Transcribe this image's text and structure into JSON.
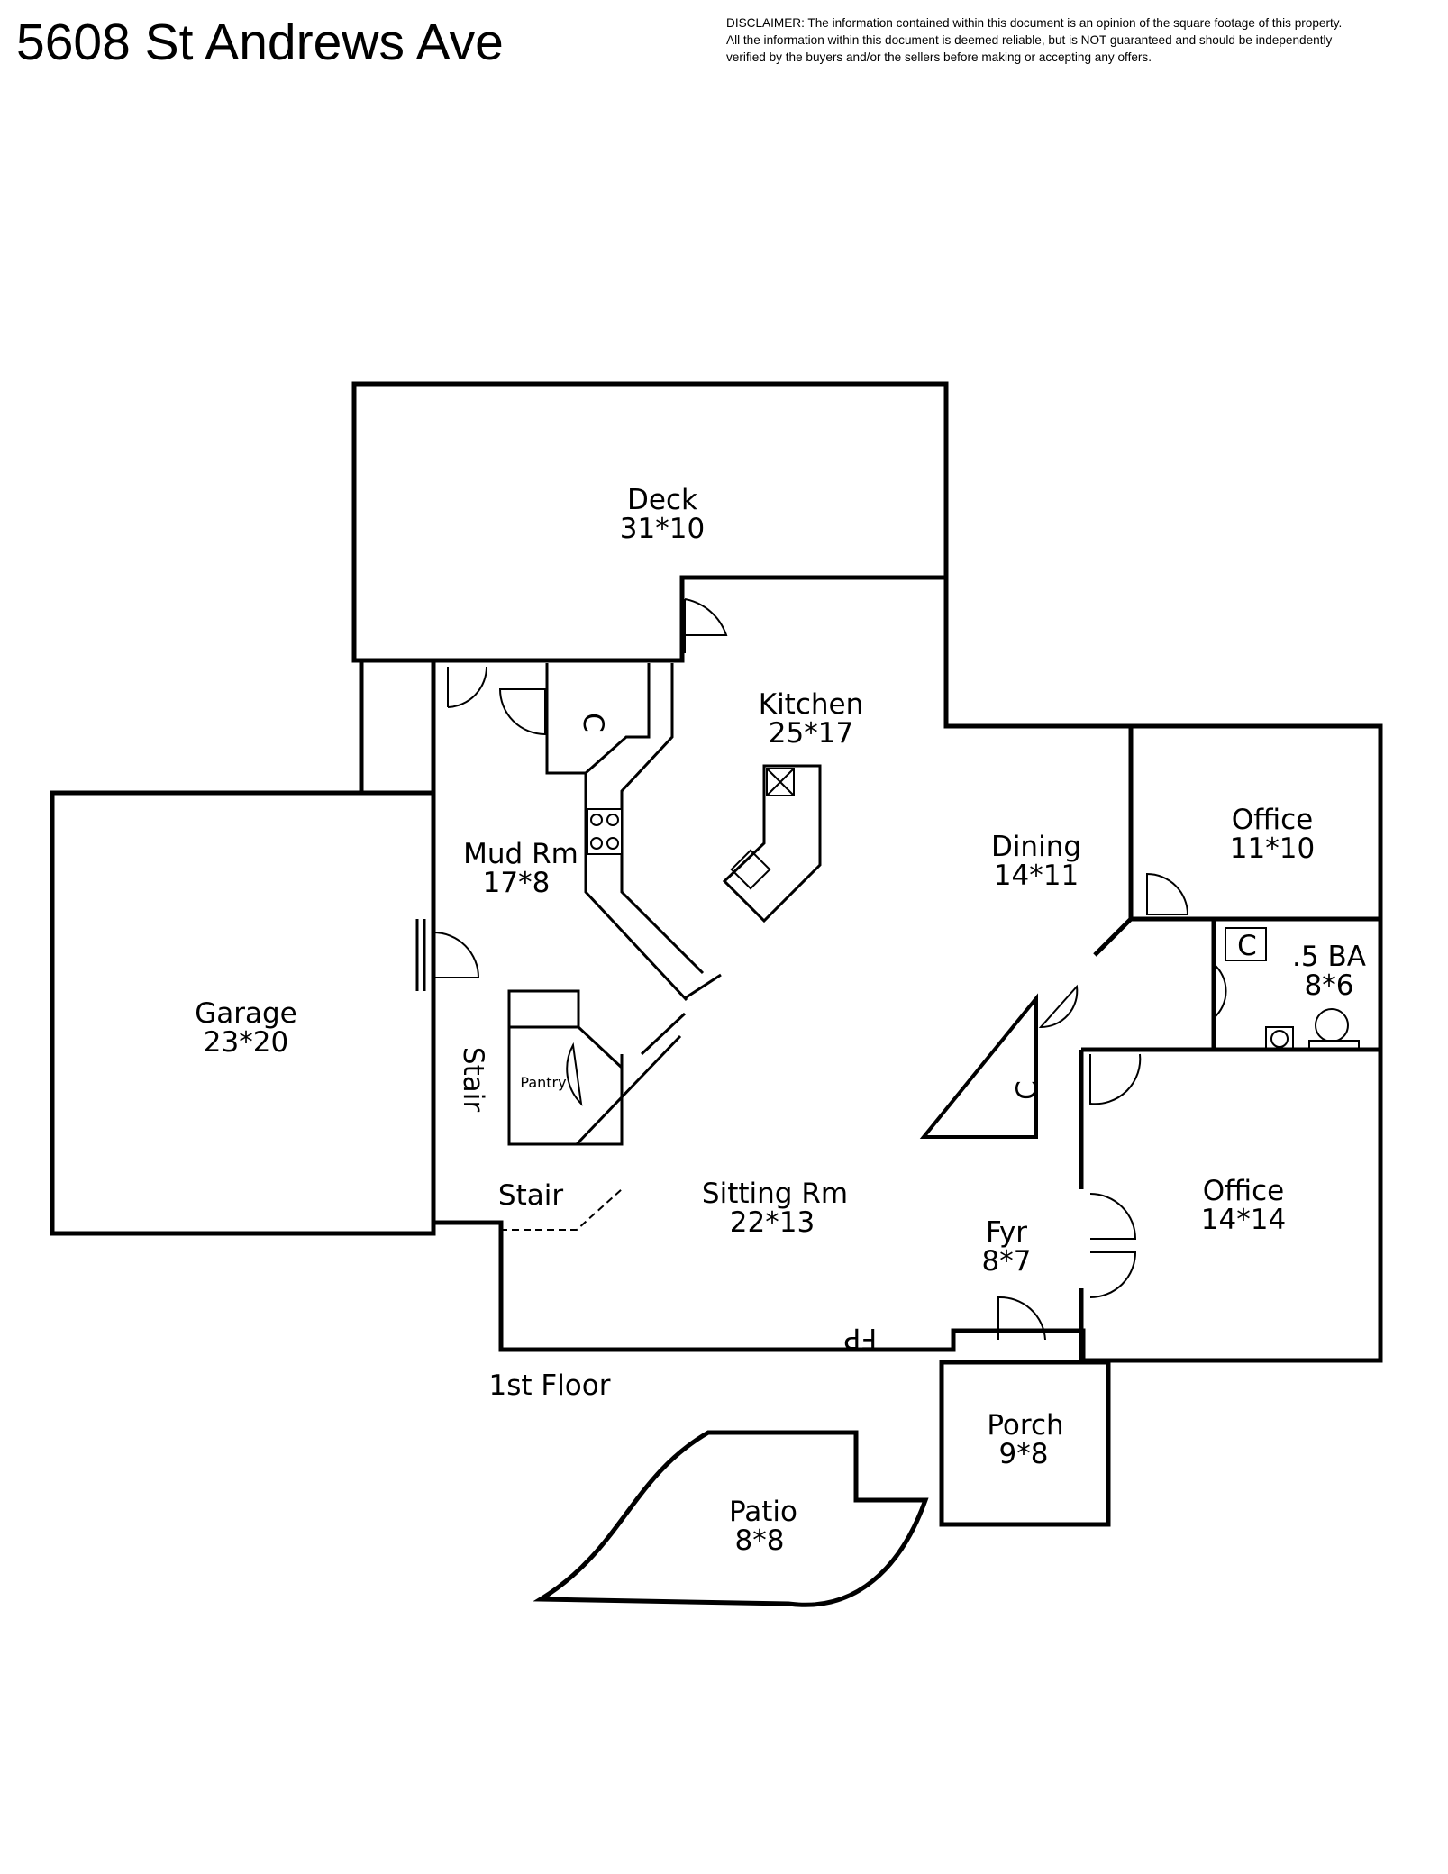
{
  "header": {
    "title": "5608 St Andrews Ave",
    "disclaimer": [
      "DISCLAIMER: The information contained within this document is an opinion of the square footage of this property.",
      "All the information within this document is deemed reliable, but is NOT guaranteed and should be independently",
      "verified by the buyers and/or the sellers before making or accepting any offers."
    ]
  },
  "floor_label": "1st Floor",
  "rooms": {
    "deck": {
      "name": "Deck",
      "size": "31*10"
    },
    "kitchen": {
      "name": "Kitchen",
      "size": "25*17"
    },
    "mud_room": {
      "name": "Mud Rm",
      "size": "17*8"
    },
    "dining": {
      "name": "Dining",
      "size": "14*11"
    },
    "office_top": {
      "name": "Office",
      "size": "11*10"
    },
    "half_bath": {
      "name": ".5 BA",
      "size": "8*6"
    },
    "garage": {
      "name": "Garage",
      "size": "23*20"
    },
    "sitting": {
      "name": "Sitting Rm",
      "size": "22*13"
    },
    "foyer": {
      "name": "Fyr",
      "size": "8*7"
    },
    "office_bot": {
      "name": "Office",
      "size": "14*14"
    },
    "porch": {
      "name": "Porch",
      "size": "9*8"
    },
    "patio": {
      "name": "Patio",
      "size": "8*8"
    }
  },
  "labels": {
    "stair_vertical": "Stair",
    "stair": "Stair",
    "pantry": "Pantry",
    "closet_1": "C",
    "closet_2": "C",
    "closet_3": "C",
    "fireplace": "FP"
  }
}
